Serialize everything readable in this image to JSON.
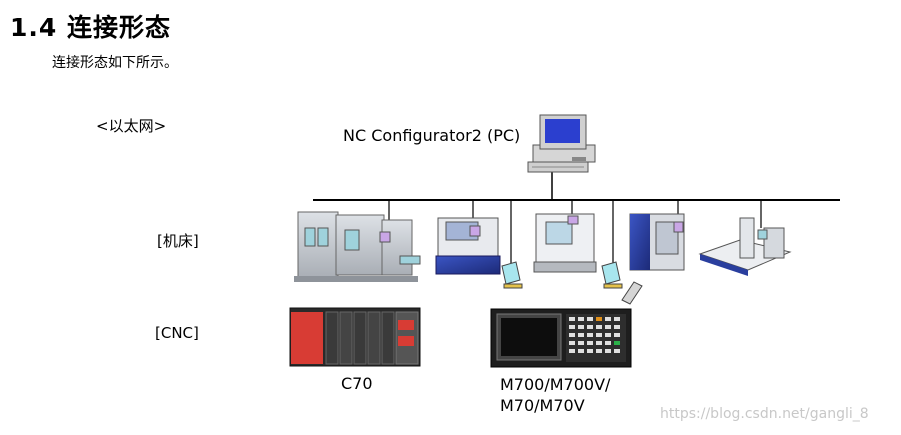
{
  "heading": "1.4 连接形态",
  "intro": "连接形态如下所示。",
  "labels": {
    "ethernet": "<以太网>",
    "machine": "[机床]",
    "cnc": "[CNC]"
  },
  "pc_label": "NC Configurator2 (PC)",
  "devices": {
    "c70": "C70",
    "m700_line1": "M700/M700V/",
    "m700_line2": "M70/M70V"
  },
  "watermark": "https://blog.csdn.net/gangli_8",
  "colors": {
    "network_line": "#000000",
    "machine_gray": "#c9cdd2",
    "machine_blue": "#2a3f9e",
    "screen_blue": "#2b3fcf",
    "plc_red": "#d83c34",
    "monitor_teal": "#a8e6ee"
  }
}
